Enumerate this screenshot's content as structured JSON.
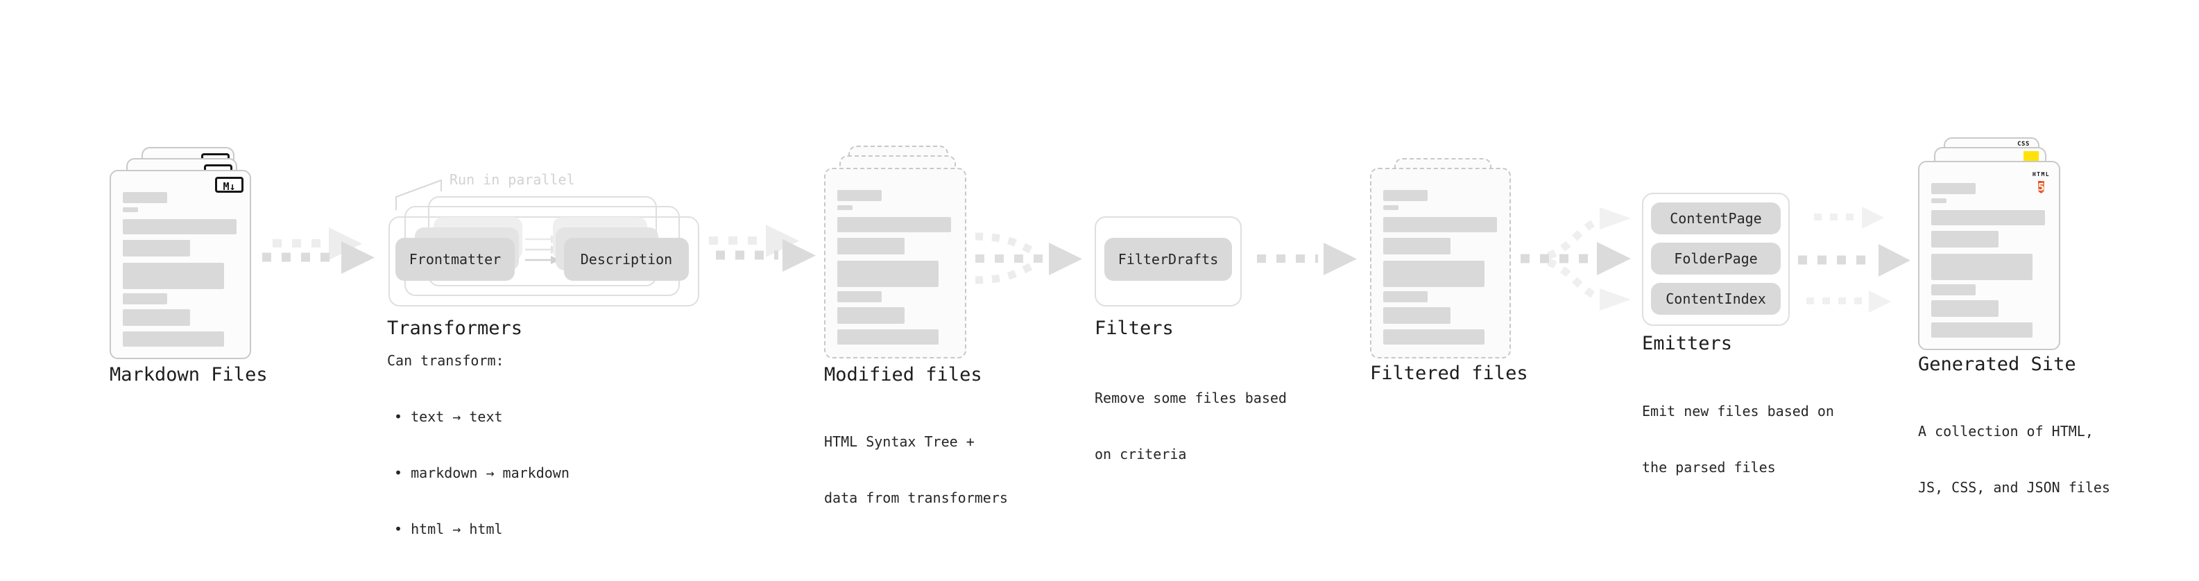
{
  "stages": {
    "markdown_files": {
      "label": "Markdown Files",
      "badge": "M↓"
    },
    "transformers": {
      "title": "Transformers",
      "annotation": "Run in parallel",
      "source_pill": "Frontmatter",
      "target_pill": "Description",
      "note_heading": "Can transform:",
      "bullets": [
        "• text → text",
        "• markdown → markdown",
        "• html → html"
      ]
    },
    "modified_files": {
      "label": "Modified files",
      "subtitle_lines": [
        "HTML Syntax Tree +",
        "data from transformers"
      ]
    },
    "filters": {
      "title": "Filters",
      "pill": "FilterDrafts",
      "subtitle_lines": [
        "Remove some files based",
        "on criteria"
      ]
    },
    "filtered_files": {
      "label": "Filtered files"
    },
    "emitters": {
      "title": "Emitters",
      "pills": [
        "ContentPage",
        "FolderPage",
        "ContentIndex"
      ],
      "subtitle_lines": [
        "Emit new files based on",
        "the parsed files"
      ]
    },
    "generated_site": {
      "label": "Generated Site",
      "subtitle_lines": [
        "A collection of HTML,",
        "JS, CSS, and JSON files"
      ],
      "badges": {
        "css": "CSS",
        "html_label": "HTML",
        "html_number": "5"
      }
    }
  },
  "colors": {
    "html5_orange": "#e44d26",
    "html5_orange_light": "#f16529",
    "js_yellow": "#ffe20a",
    "css_blue": "#2f62ff",
    "placeholder_gray": "#d9d9d9",
    "arrow_gray": "#dbdbdb",
    "arrow_light_gray": "#eeeeee"
  }
}
